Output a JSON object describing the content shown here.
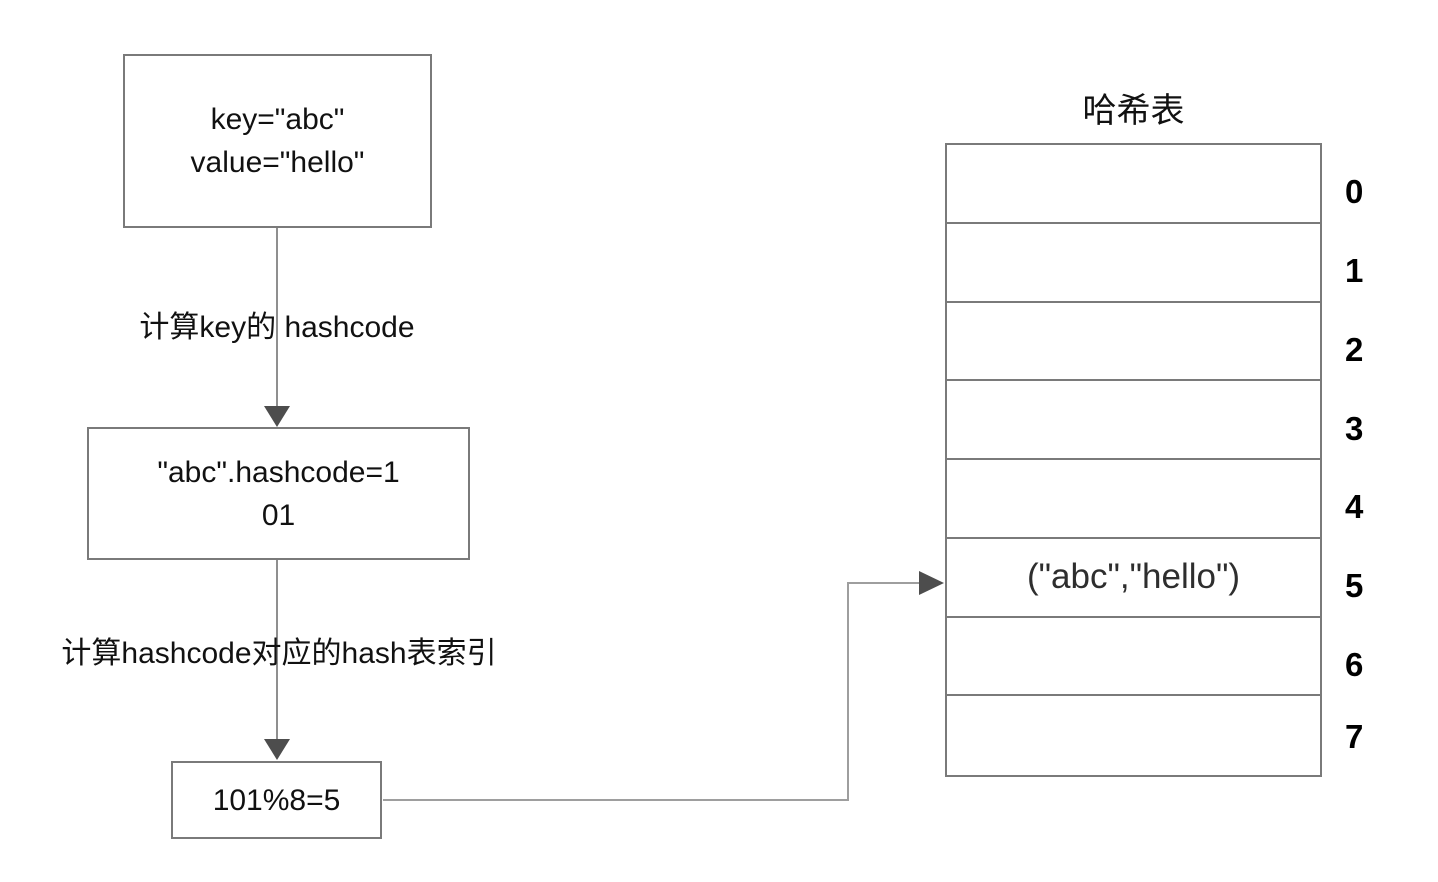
{
  "diagram": {
    "flow": {
      "input_box": {
        "line1": "key=\"abc\"",
        "line2": "value=\"hello\""
      },
      "step1_label": "计算key的 hashcode",
      "hashcode_box": {
        "line1": "\"abc\".hashcode=1",
        "line2": "01"
      },
      "step2_label": "计算hashcode对应的hash表索引",
      "index_box": {
        "text": "101%8=5"
      }
    },
    "hash_table": {
      "title": "哈希表",
      "rows": [
        {
          "index": "0",
          "content": ""
        },
        {
          "index": "1",
          "content": ""
        },
        {
          "index": "2",
          "content": ""
        },
        {
          "index": "3",
          "content": ""
        },
        {
          "index": "4",
          "content": ""
        },
        {
          "index": "5",
          "content": "(\"abc\",\"hello\")"
        },
        {
          "index": "6",
          "content": ""
        },
        {
          "index": "7",
          "content": ""
        }
      ]
    },
    "colors": {
      "box_border": "#7a7a7a",
      "line": "#8f8f8f",
      "arrowhead": "#4d4d4d",
      "text": "#111111"
    }
  }
}
